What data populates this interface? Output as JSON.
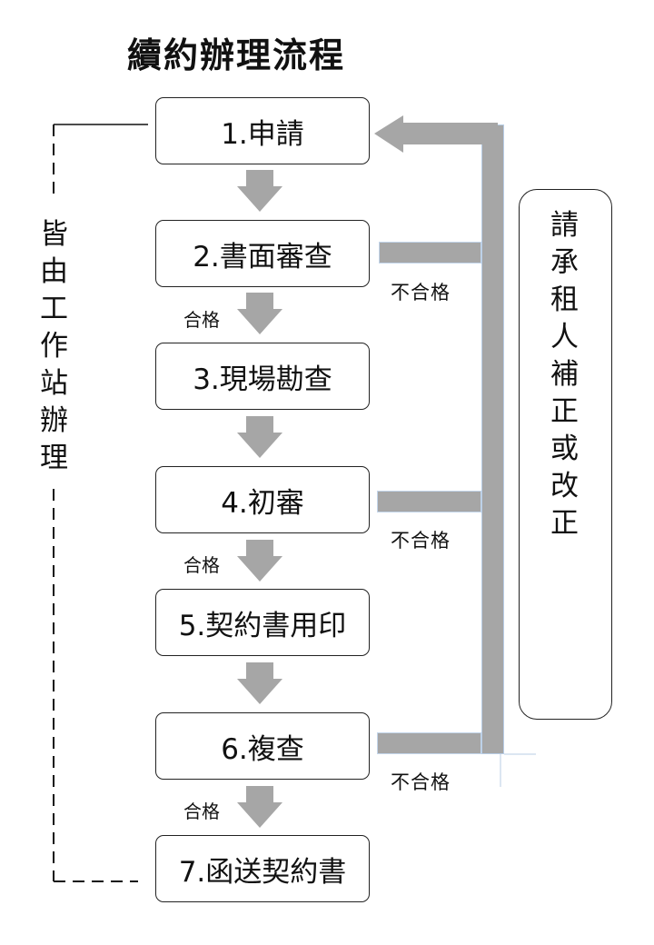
{
  "title": "續約辦理流程",
  "steps": [
    {
      "label": "1.申請"
    },
    {
      "label": "2.書面審查"
    },
    {
      "label": "3.現場勘查"
    },
    {
      "label": "4.初審"
    },
    {
      "label": "5.契約書用印"
    },
    {
      "label": "6.複查"
    },
    {
      "label": "7.函送契約書"
    }
  ],
  "transitions": {
    "pass_label": "合格",
    "fail_label": "不合格"
  },
  "left_note": [
    "皆",
    "由",
    "工",
    "作",
    "站",
    "辦",
    "理"
  ],
  "right_note": [
    "請",
    "承",
    "租",
    "人",
    "補",
    "正",
    "或",
    "改",
    "正"
  ],
  "colors": {
    "arrow": "#a6a6a6",
    "bar_border": "#c3d5ea",
    "box_border": "#222222"
  }
}
